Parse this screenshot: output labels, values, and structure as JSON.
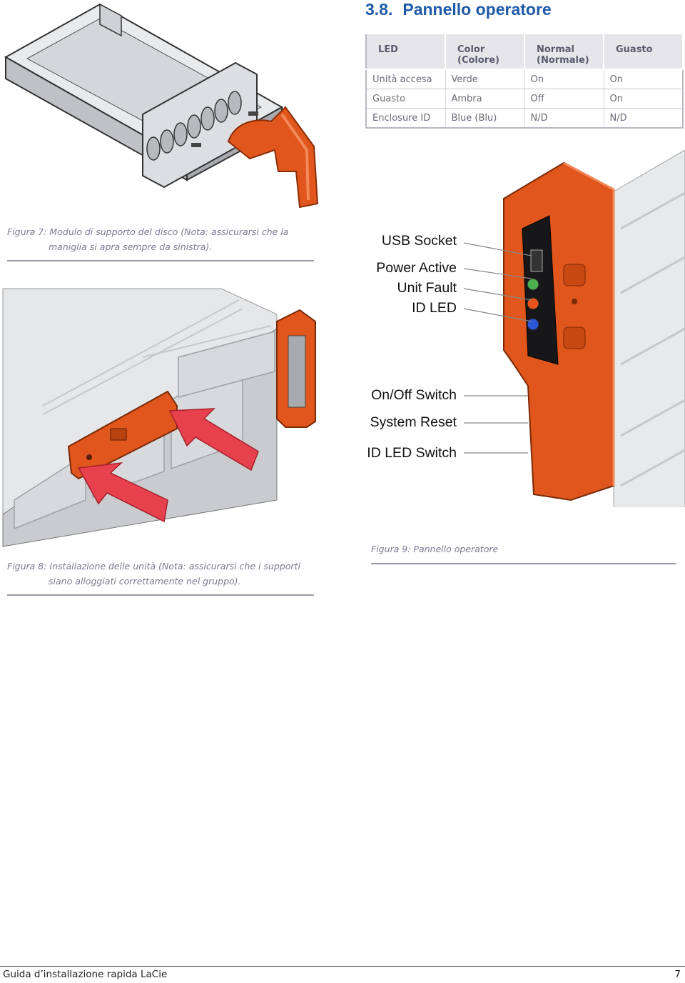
{
  "section": {
    "number": "3.8.",
    "title": "Pannello operatore"
  },
  "table": {
    "headers": [
      {
        "line1": "LED",
        "line2": ""
      },
      {
        "line1": "Color",
        "line2": "(Colore)"
      },
      {
        "line1": "Normal",
        "line2": "(Normale)"
      },
      {
        "line1": "Guasto",
        "line2": ""
      }
    ],
    "rows": [
      [
        "Unità accesa",
        "Verde",
        "On",
        "On"
      ],
      [
        "Guasto",
        "Ambra",
        "Off",
        "On"
      ],
      [
        "Enclosure ID",
        "Blue (Blu)",
        "N/D",
        "N/D"
      ]
    ]
  },
  "figure7": {
    "line1": "Figura 7: Modulo di supporto del disco (Nota: assicurarsi che la",
    "line2": "maniglia si apra sempre da sinistra)."
  },
  "figure8": {
    "line1": "Figura 8: Installazione delle unità (Nota: assicurarsi che i supporti",
    "line2": "siano alloggiati correttamente nel gruppo)."
  },
  "figure9": {
    "line1": "Figura 9: Pannello operatore"
  },
  "panel_labels": {
    "usb": "USB Socket",
    "power": "Power Active",
    "fault": "Unit Fault",
    "idled": "ID LED",
    "onoff": "On/Off Switch",
    "reset": "System Reset",
    "idswitch": "ID LED Switch"
  },
  "footer": {
    "left": "Guida d’installazione rapida LaCie",
    "page": "7"
  },
  "colors": {
    "accent_blue": "#1f5aa6",
    "handle_orange": "#e0561c",
    "arrow_red": "#e8414e"
  }
}
